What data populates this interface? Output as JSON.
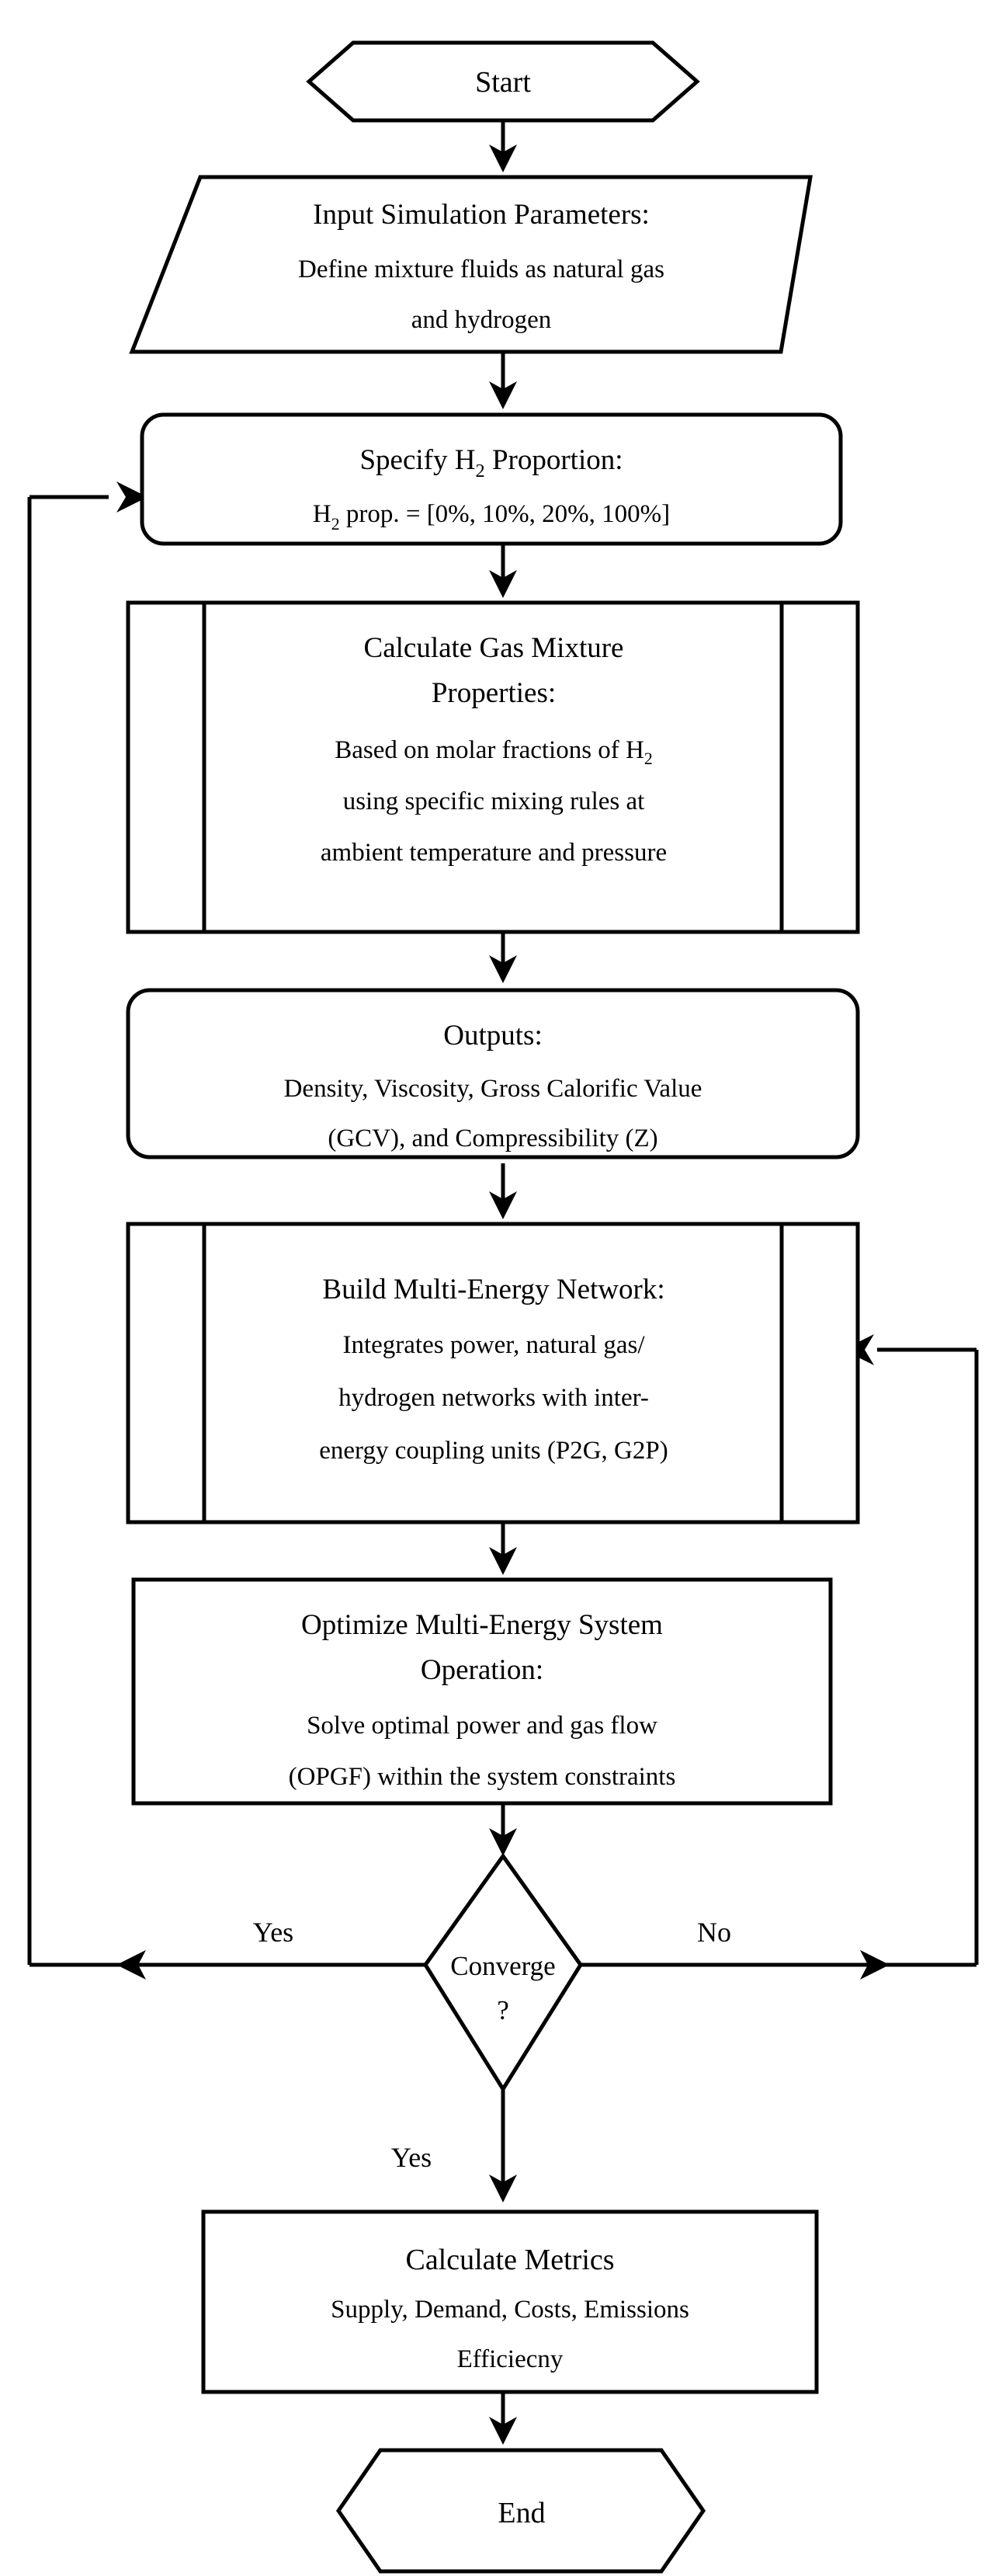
{
  "diagram": {
    "type": "flowchart",
    "title": "Hydrogen blending multi-energy system simulation workflow",
    "orientation": "top-to-bottom",
    "stroke_color": "#000000",
    "fill_color": "#ffffff",
    "background": "#ffffff"
  },
  "nodes": {
    "start": {
      "shape": "hexagon",
      "label": "Start"
    },
    "input_params": {
      "shape": "parallelogram",
      "title": "Input Simulation Parameters:",
      "lines": [
        "Define mixture fluids as natural gas",
        "and hydrogen"
      ]
    },
    "specify_h2": {
      "shape": "rounded-rectangle",
      "title_pre": "Specify H",
      "title_sub": "2",
      "title_post": " Proportion:",
      "body_pre": "H",
      "body_sub": "2",
      "body_post": " prop. = [0%, 10%,  20%, 100%]",
      "values": [
        "0%",
        "10%",
        "20%",
        "100%"
      ]
    },
    "calc_mixture": {
      "shape": "predefined-process",
      "title_line1": "Calculate Gas Mixture",
      "title_line2": "Properties:",
      "body_line1_pre": "Based on molar fractions of H",
      "body_line1_sub": "2",
      "body_line2": "using specific mixing rules at",
      "body_line3": "ambient temperature and pressure"
    },
    "outputs": {
      "shape": "rounded-rectangle",
      "title": "Outputs:",
      "lines": [
        "Density, Viscosity, Gross Calorific Value",
        "(GCV), and Compressibility (Z)"
      ]
    },
    "build_network": {
      "shape": "predefined-process",
      "title": "Build Multi-Energy Network:",
      "lines": [
        "Integrates power, natural gas/",
        "hydrogen networks with inter-",
        "energy coupling units (P2G, G2P)"
      ]
    },
    "optimize": {
      "shape": "rectangle",
      "title_line1": "Optimize Multi-Energy System",
      "title_line2": "Operation:",
      "lines": [
        "Solve optimal power and gas flow",
        "(OPGF) within the system constraints"
      ]
    },
    "converge": {
      "shape": "diamond",
      "line1": "Converge",
      "line2": "?"
    },
    "calc_metrics": {
      "shape": "rectangle",
      "title": "Calculate Metrics",
      "lines": [
        "Supply, Demand, Costs, Emissions",
        "Efficiecny"
      ]
    },
    "end": {
      "shape": "hexagon",
      "label": "End"
    }
  },
  "edges": {
    "converge_yes_left": "Yes",
    "converge_no_right": "No",
    "converge_yes_down": "Yes"
  }
}
